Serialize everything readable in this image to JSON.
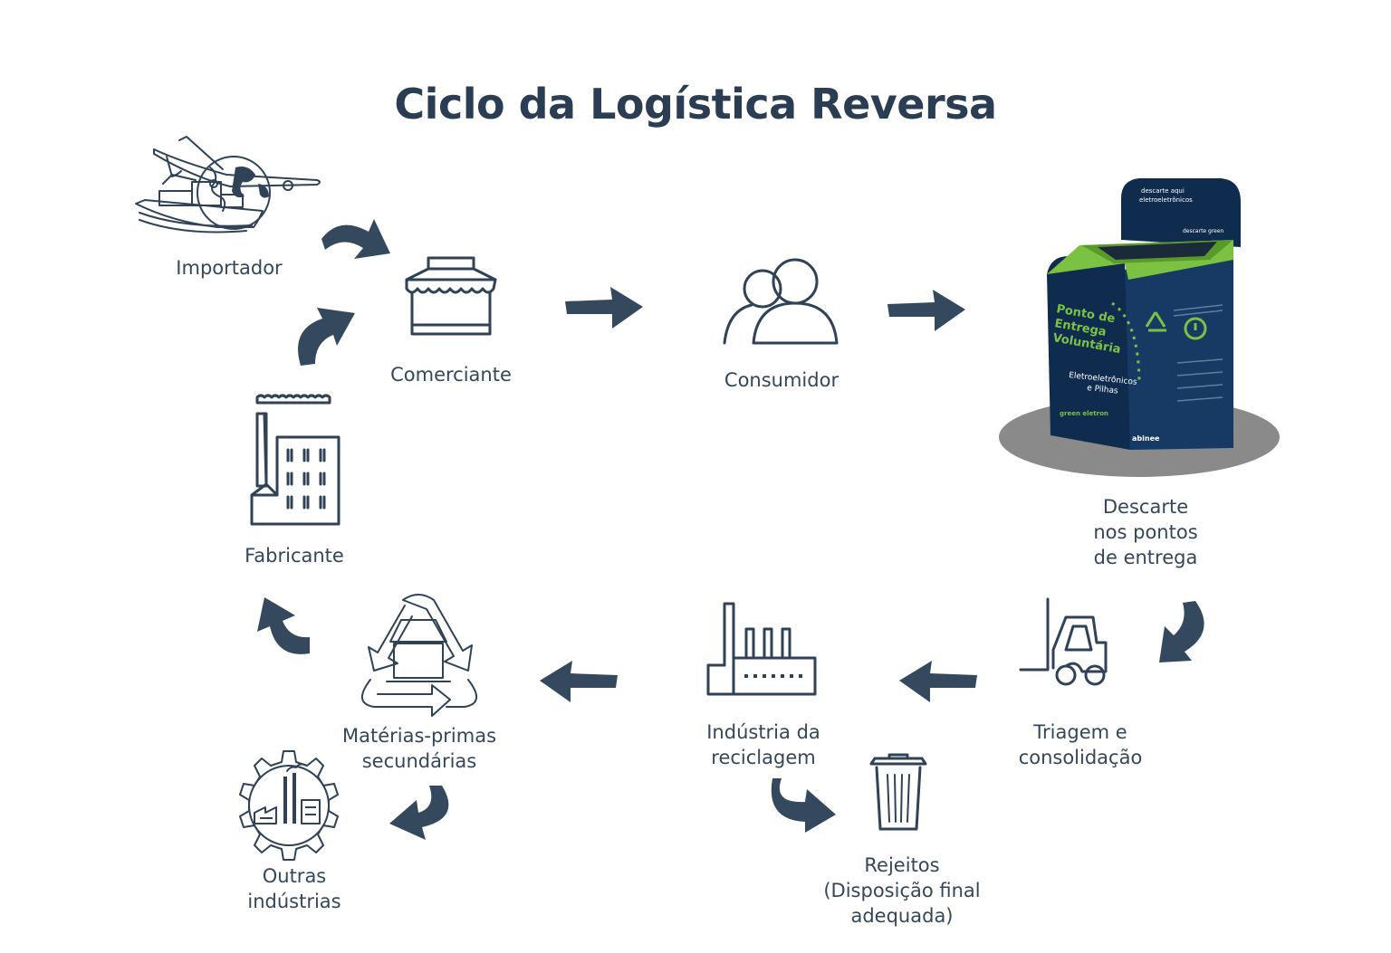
{
  "title": "Ciclo da Logística Reversa",
  "nodes": {
    "importador": "Importador",
    "comerciante": "Comerciante",
    "consumidor": "Consumidor",
    "descarte": [
      "Descarte",
      "nos pontos",
      "de entrega"
    ],
    "fabricante": "Fabricante",
    "materias": [
      "Matérias-primas",
      "secundárias"
    ],
    "industria": [
      "Indústria da",
      "reciclagem"
    ],
    "triagem": [
      "Triagem e",
      "consolidação"
    ],
    "outras": [
      "Outras",
      "indústrias"
    ],
    "rejeitos": [
      "Rejeitos",
      "(Disposição final",
      "adequada)"
    ]
  },
  "box": {
    "top_line1": "descarte aqui",
    "top_line2": "eletroeletrônicos",
    "brand_small": "descarte green",
    "title_line1": "Ponto de",
    "title_line2": "Entrega",
    "title_line3": "Voluntária",
    "category_line1": "Eletroeletrônicos",
    "category_line2": "e Pilhas",
    "logo": "green eletron",
    "partner_logo": "abinee",
    "colors": {
      "navy": "#0f2c4f",
      "green": "#7cc242",
      "shadow": "#8a8a8a"
    }
  },
  "colors": {
    "ink": "#2f4256",
    "arrow": "#34495e",
    "title": "#2b3d52"
  }
}
